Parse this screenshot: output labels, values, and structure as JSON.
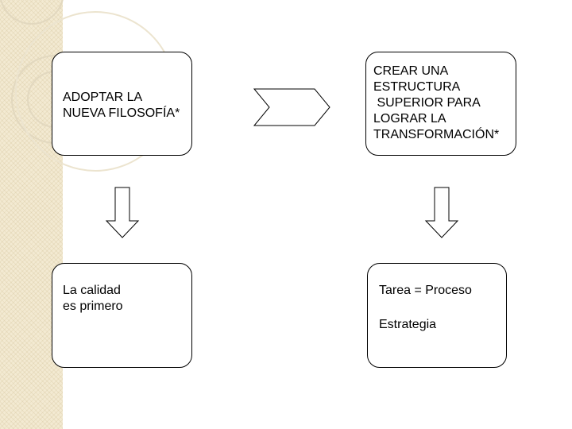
{
  "boxes": {
    "top_left": "ADOPTAR LA\nNUEVA FILOSOFÍA*",
    "top_right": "CREAR UNA\nESTRUCTURA\n SUPERIOR PARA\nLOGRAR LA\nTRANSFORMACIÓN*",
    "bottom_left": "La calidad\nes primero",
    "bottom_right_line1": "Tarea = Proceso",
    "bottom_right_line2": "Estrategia"
  },
  "colors": {
    "band": "#f3ead2",
    "stroke": "#000000",
    "decor_lines": "#e2d8bf"
  }
}
